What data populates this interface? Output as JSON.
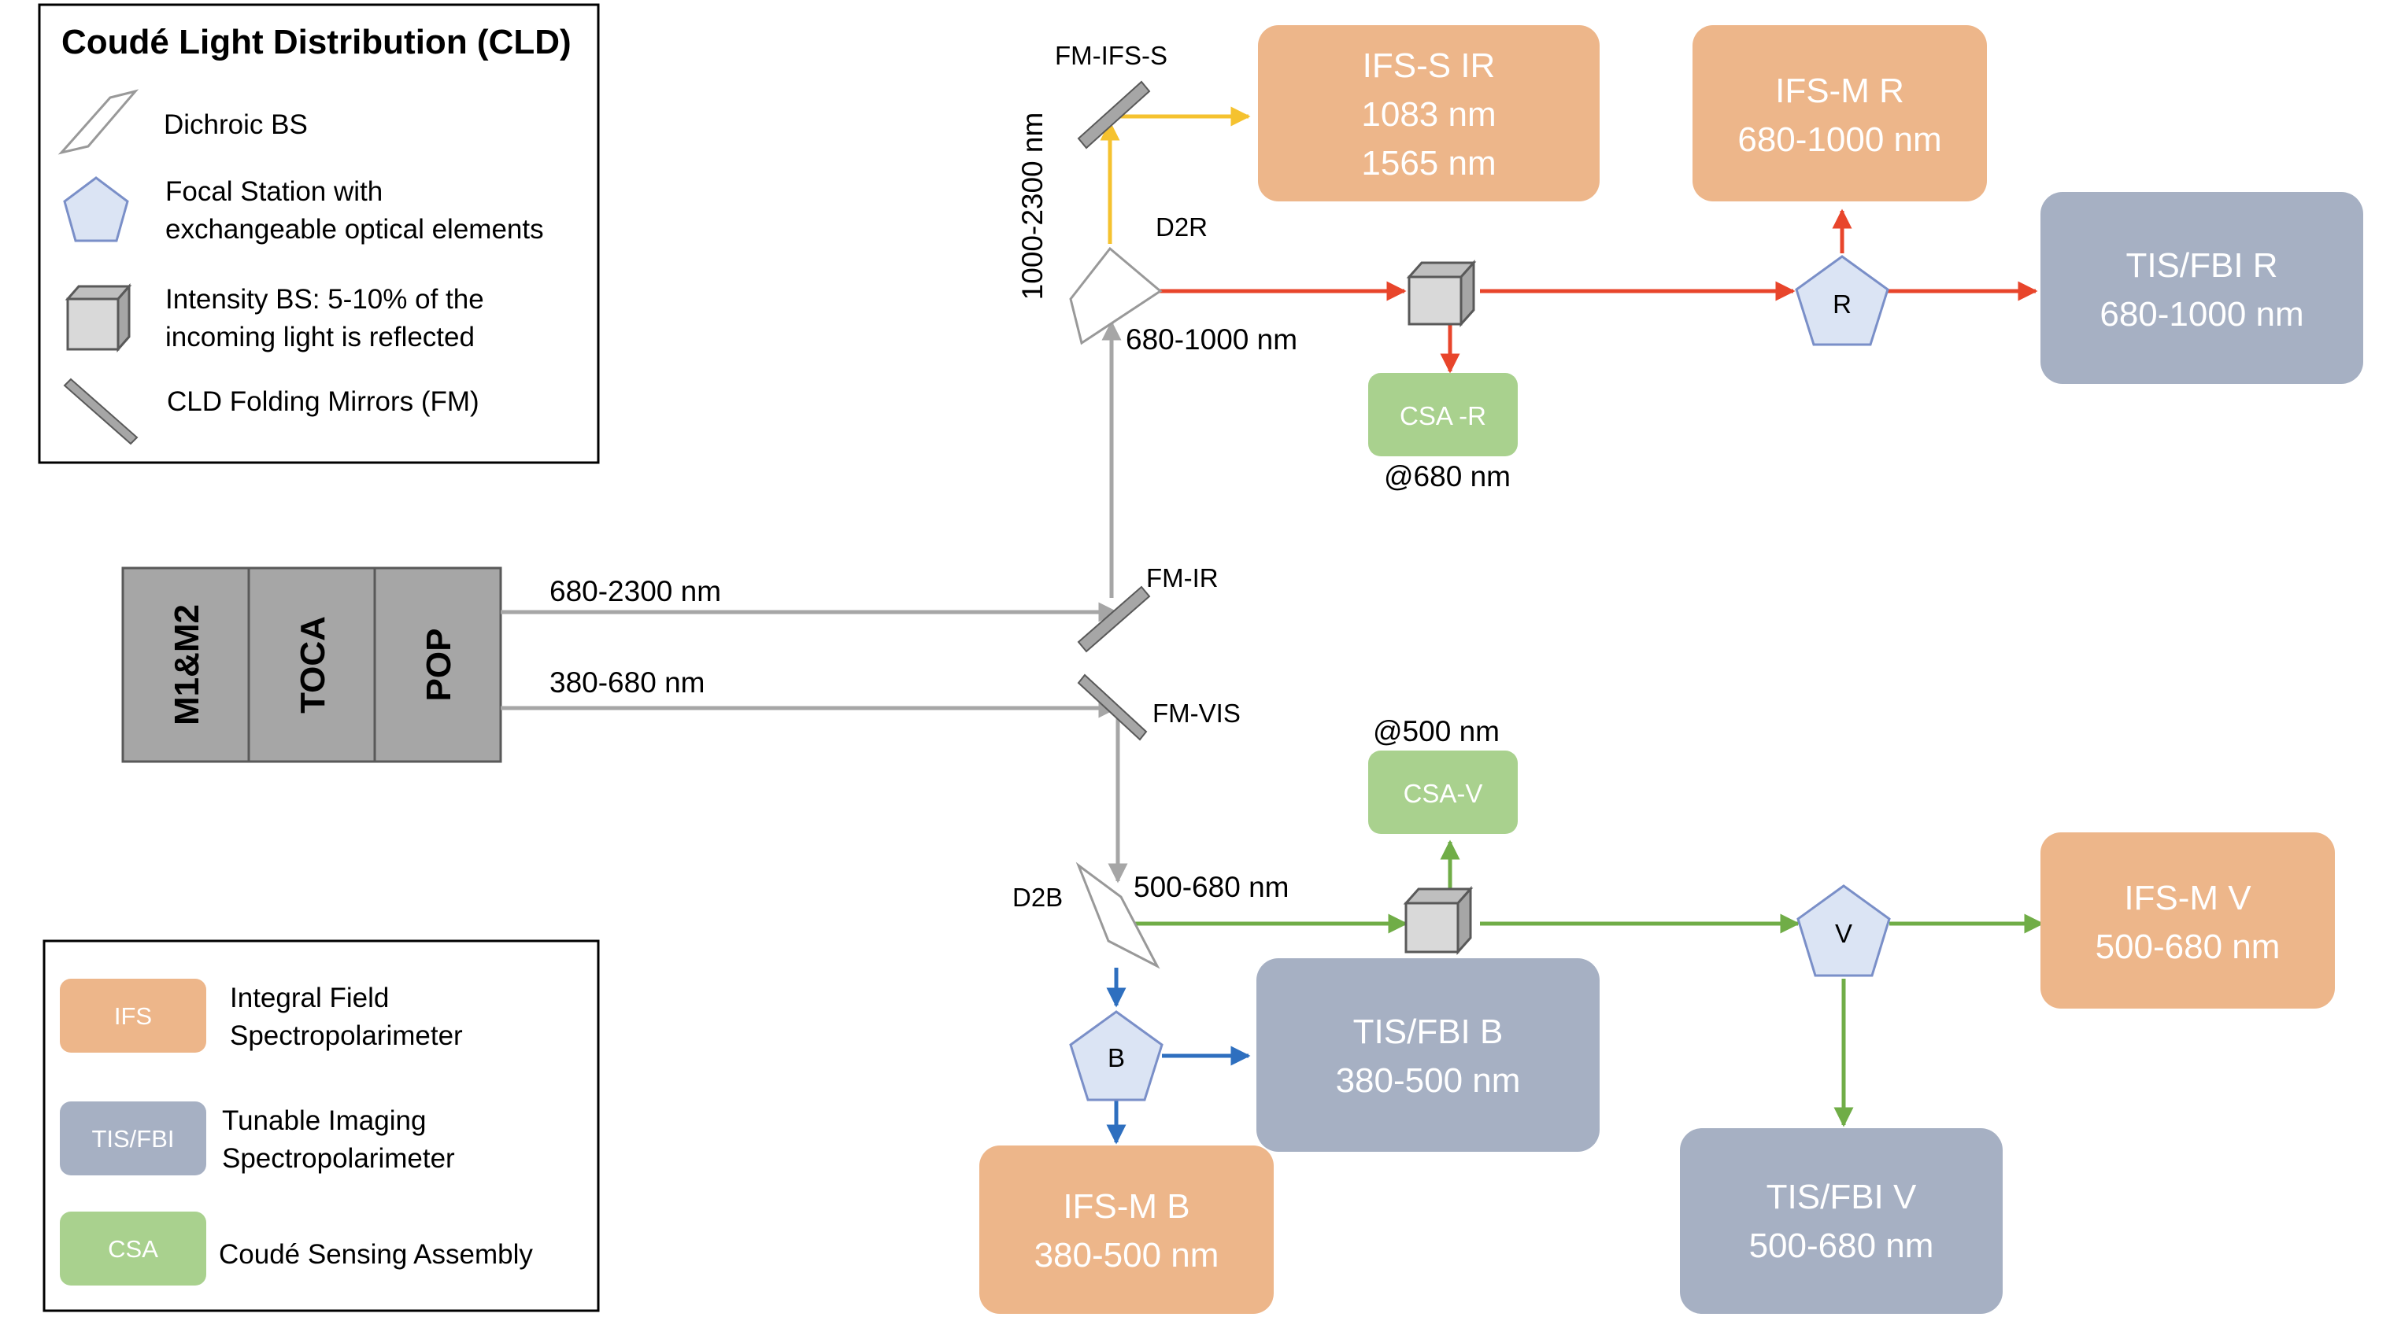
{
  "legend_top": {
    "title": "Coudé Light Distribution (CLD)",
    "items": [
      {
        "icon": "dichroic-bs-icon",
        "lines": [
          "Dichroic BS"
        ]
      },
      {
        "icon": "pentagon-icon",
        "lines": [
          "Focal Station with",
          "exchangeable optical elements"
        ]
      },
      {
        "icon": "cube-icon",
        "lines": [
          "Intensity BS: 5-10% of the",
          "incoming light is reflected"
        ]
      },
      {
        "icon": "folding-mirror-icon",
        "lines": [
          "CLD Folding Mirrors (FM)"
        ]
      }
    ]
  },
  "legend_bottom": {
    "items": [
      {
        "swatch": "IFS",
        "lines": [
          "Integral Field",
          "Spectropolarimeter"
        ]
      },
      {
        "swatch": "TIS/FBI",
        "lines": [
          "Tunable Imaging",
          "Spectropolarimeter"
        ]
      },
      {
        "swatch": "CSA",
        "lines": [
          "Coudé Sensing Assembly"
        ]
      }
    ]
  },
  "source_blocks": [
    "M1&M2",
    "TOCA",
    "POP"
  ],
  "beams": {
    "ir": "680-2300 nm",
    "vis": "380-680 nm",
    "ir_long": "1000-2300 nm",
    "red": "680-1000 nm",
    "green": "500-680 nm"
  },
  "mirrors": {
    "fm_ifs_s": "FM-IFS-S",
    "fm_ir": "FM-IR",
    "fm_vis": "FM-VIS"
  },
  "dichroics": {
    "d2r": "D2R",
    "d2b": "D2B"
  },
  "focal_stations": {
    "r": "R",
    "v": "V",
    "b": "B"
  },
  "instruments": {
    "ifs_s_ir": [
      "IFS-S IR",
      "1083 nm",
      "1565 nm"
    ],
    "ifs_m_r": [
      "IFS-M R",
      "680-1000 nm"
    ],
    "tis_fbi_r": [
      "TIS/FBI R",
      "680-1000 nm"
    ],
    "csa_r": "CSA -R",
    "csa_r_wl": "@680 nm",
    "csa_v": "CSA-V",
    "csa_v_wl": "@500 nm",
    "ifs_m_v": [
      "IFS-M V",
      "500-680 nm"
    ],
    "tis_fbi_b": [
      "TIS/FBI B",
      "380-500 nm"
    ],
    "tis_fbi_v": [
      "TIS/FBI V",
      "500-680 nm"
    ],
    "ifs_m_b": [
      "IFS-M B",
      "380-500 nm"
    ]
  },
  "colors": {
    "ifs": "#edb68a",
    "tis": "#a6b0c3",
    "csa": "#a9d18e",
    "gray_beam": "#a6a6a6",
    "red_beam": "#e8452b",
    "yellow_beam": "#f5c22f",
    "green_beam": "#70ad47",
    "blue_beam": "#2e6fbf",
    "pentagon": "#dbe4f4"
  }
}
